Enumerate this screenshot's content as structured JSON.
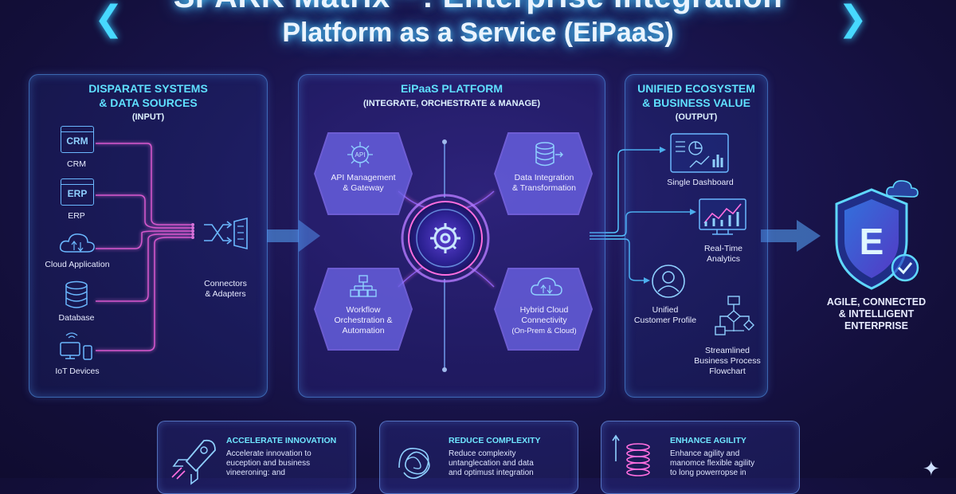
{
  "title": {
    "line1": "SPARK Matrix™: Enterprise Integration",
    "line2": "Platform as a Service (EiPaaS)"
  },
  "input_panel": {
    "heading_line1": "DISPARATE SYSTEMS",
    "heading_line2": "& DATA SOURCES",
    "subheading": "(INPUT)",
    "items": [
      {
        "label": "CRM",
        "icon_text": "CRM",
        "icon": "crm-icon"
      },
      {
        "label": "ERP",
        "icon_text": "ERP",
        "icon": "erp-icon"
      },
      {
        "label": "Cloud Application",
        "icon": "cloud-icon"
      },
      {
        "label": "Database",
        "icon": "database-icon"
      },
      {
        "label": "IoT Devices",
        "icon": "iot-devices-icon"
      }
    ],
    "connectors_line1": "Connectors",
    "connectors_line2": "& Adapters"
  },
  "platform_panel": {
    "heading": "EiPaaS PLATFORM",
    "subheading": "(INTEGRATE, ORCHESTRATE & MANAGE)",
    "api_icon_text": "API",
    "modules": [
      {
        "line1": "API Management",
        "line2": "& Gateway",
        "icon": "api-icon"
      },
      {
        "line1": "Data Integration",
        "line2": "& Transformation",
        "icon": "database-arrow-icon"
      },
      {
        "line1": "Workflow",
        "line2": "Orchestration &",
        "line3": "Automation",
        "icon": "workflow-icon"
      },
      {
        "line1": "Hybrid Cloud",
        "line2": "Connectivity",
        "line3": "(On-Prem & Cloud)",
        "icon": "hybrid-cloud-icon"
      }
    ]
  },
  "output_panel": {
    "heading_line1": "UNIFIED ECOSYSTEM",
    "heading_line2": "& BUSINESS VALUE",
    "subheading": "(OUTPUT)",
    "items": [
      {
        "line1": "Single Dashboard",
        "icon": "dashboard-icon"
      },
      {
        "line1": "Real-Time",
        "line2": "Analytics",
        "icon": "analytics-icon"
      },
      {
        "line1": "Unified",
        "line2": "Customer Profile",
        "icon": "user-profile-icon"
      },
      {
        "line1": "Streamlined",
        "line2": "Business Process",
        "line3": "Flowchart",
        "icon": "flowchart-icon"
      }
    ]
  },
  "result": {
    "logo_letter": "E",
    "line1": "AGILE, CONNECTED",
    "line2": "& INTELLIGENT",
    "line3": "ENTERPRISE"
  },
  "benefits": [
    {
      "title": "ACCELERATE INNOVATION",
      "line1": "Accelerate innovation to",
      "line2": "euception and business",
      "line3": "vineeroning: and",
      "icon": "rocket-icon"
    },
    {
      "title": "REDUCE COMPLEXITY",
      "line1": "Reduce complexity",
      "line2": "untanglecation and data",
      "line3": "and optimust integration",
      "icon": "tangle-icon"
    },
    {
      "title": "ENHANCE AGILITY",
      "line1": "Enhance agility and",
      "line2": "manomce flexible agility",
      "line3": "to long powerropse in",
      "icon": "spring-icon"
    }
  ],
  "colors": {
    "accent_cyan": "#5fe0ff",
    "accent_magenta": "#ff5fd8",
    "panel_border": "#5aaaff"
  }
}
